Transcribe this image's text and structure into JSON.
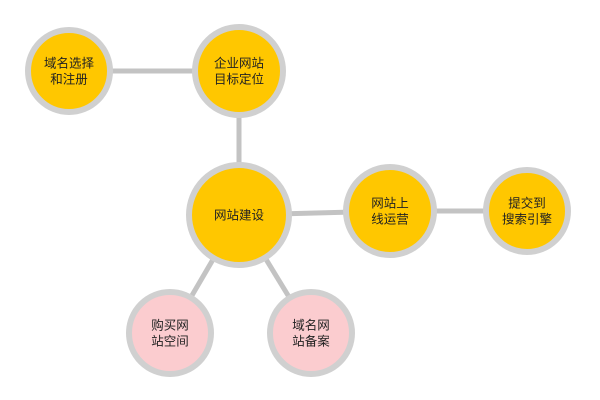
{
  "colors": {
    "primary_fill": "#FFC700",
    "secondary_fill": "#FBCCCF",
    "ring": "#D0D0D0",
    "connector": "#C3C3C3",
    "text": "#222222"
  },
  "nodes": [
    {
      "id": "domain",
      "lines": [
        "域名选择",
        "和注册"
      ],
      "kind": "primary"
    },
    {
      "id": "positioning",
      "lines": [
        "企业网站",
        "目标定位"
      ],
      "kind": "primary"
    },
    {
      "id": "build",
      "lines": [
        "网站建设"
      ],
      "kind": "primary"
    },
    {
      "id": "launch",
      "lines": [
        "网站上",
        "线运营"
      ],
      "kind": "primary"
    },
    {
      "id": "submit",
      "lines": [
        "提交到",
        "搜索引擎"
      ],
      "kind": "primary"
    },
    {
      "id": "hosting",
      "lines": [
        "购买网",
        "站空间"
      ],
      "kind": "secondary"
    },
    {
      "id": "filing",
      "lines": [
        "域名网",
        "站备案"
      ],
      "kind": "secondary"
    }
  ],
  "edges": [
    [
      "domain",
      "positioning"
    ],
    [
      "positioning",
      "build"
    ],
    [
      "build",
      "launch"
    ],
    [
      "launch",
      "submit"
    ],
    [
      "build",
      "hosting"
    ],
    [
      "build",
      "filing"
    ]
  ]
}
